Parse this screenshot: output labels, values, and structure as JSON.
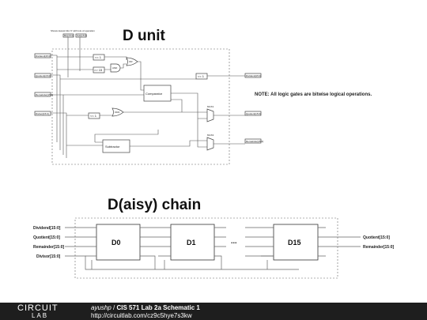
{
  "d_unit": {
    "title": "D unit",
    "header_note": "Shows lowest bits '0' with lots of operation",
    "note": "NOTE: All logic gates are bitwise logical operations.",
    "shift_left_1": "<< 1",
    "shift_right_15": ">> 15",
    "shift_left_1b": "<< 1",
    "shift_left_1c": "<< 1",
    "comparator": "Comparator",
    "subtractor": "Subtractor",
    "gate_and": "AND",
    "gate_or": "OR",
    "gate_or2": "OR2",
    "mux1": "MUX1",
    "mux2": "MUX2",
    "in_ports": [
      "Dividend[15:0]",
      "Quotient[15:0]",
      "Remainder[15:0]",
      "Divisor[15:0]"
    ],
    "out_ports": [
      "Dividend[15:0]",
      "Quotient[15:0]",
      "Remainder[15:0]"
    ],
    "top_pins": [
      "Bin[15:0]",
      "Sub[15:0]"
    ]
  },
  "chain": {
    "title": "D(aisy) chain",
    "inputs": [
      "Dividend[15:0]",
      "Quotient[15:0]",
      "Remainder[15:0]",
      "Divisor[15:0]"
    ],
    "outputs": [
      "Quotient[15:0]",
      "Remainder[15:0]"
    ],
    "blocks": [
      "D0",
      "D1",
      "D15"
    ],
    "ellipsis": "..."
  },
  "footer": {
    "logo_top": "CIRCUIT",
    "logo_bottom": "LAB",
    "user": "ayushp",
    "separator": " / ",
    "schematic_title": "CIS 571 Lab 2a Schematic 1",
    "url": "http://circuitlab.com/cz9c5hye7s3kw"
  },
  "colors": {
    "footer_bg": "#1e1e1e",
    "wire": "#555555"
  }
}
